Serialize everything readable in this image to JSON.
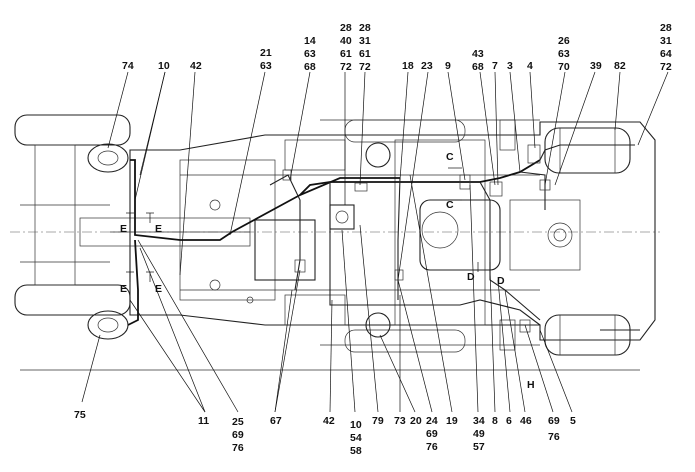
{
  "diagram": {
    "callouts": {
      "n74": "74",
      "n10a": "10",
      "n42a": "42",
      "n21": "21",
      "n63a": "63",
      "n14": "14",
      "n63b": "63",
      "n68a": "68",
      "n28a": "28",
      "n40": "40",
      "n61a": "61",
      "n72a": "72",
      "n28b": "28",
      "n31a": "31",
      "n61b": "61",
      "n72b": "72",
      "n18": "18",
      "n23": "23",
      "n9": "9",
      "n43": "43",
      "n68b": "68",
      "n7": "7",
      "n3": "3",
      "n4": "4",
      "n26": "26",
      "n63c": "63",
      "n70": "70",
      "n39": "39",
      "n82": "82",
      "n28c": "28",
      "n31b": "31",
      "n64": "64",
      "n72c": "72",
      "n75": "75",
      "n11": "11",
      "n25": "25",
      "n69a": "69",
      "n76a": "76",
      "n67": "67",
      "n42b": "42",
      "n10b": "10",
      "n54": "54",
      "n58": "58",
      "n79": "79",
      "n73": "73",
      "n20": "20",
      "n24": "24",
      "n19": "19",
      "n69b": "69",
      "n76b": "76",
      "n34": "34",
      "n49": "49",
      "n57": "57",
      "n8": "8",
      "n6": "6",
      "n46": "46",
      "n69c": "69",
      "n5": "5",
      "n76c": "76"
    },
    "section_marks": {
      "e1": "E",
      "e2": "E",
      "e3": "E",
      "e4": "E",
      "c1": "C",
      "c2": "C",
      "d1": "D",
      "d2": "D",
      "h": "H"
    }
  }
}
